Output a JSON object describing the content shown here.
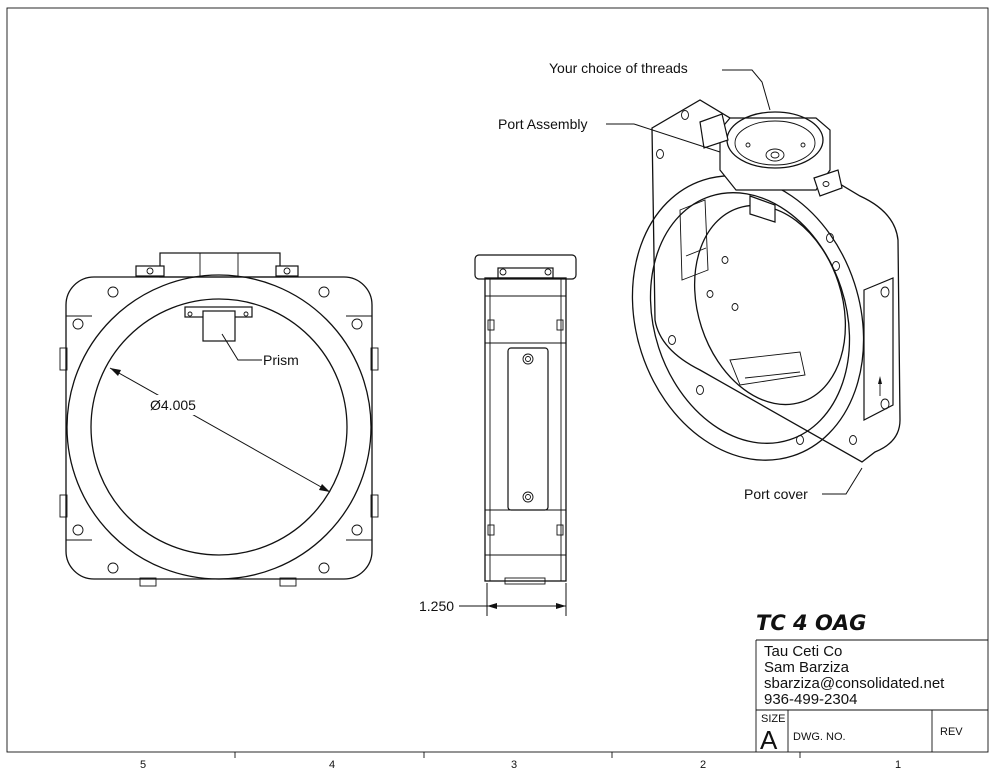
{
  "drawing": {
    "title": "TC 4 OAG",
    "company": "Tau Ceti Co",
    "author": "Sam Barziza",
    "email": "sbarziza@consolidated.net",
    "phone": "936-499-2304",
    "size_label": "SIZE",
    "size_value": "A",
    "dwg_no_label": "DWG.  NO.",
    "rev_label": "REV"
  },
  "callouts": {
    "threads": "Your choice of threads",
    "port_assembly": "Port Assembly",
    "prism": "Prism",
    "port_cover": "Port cover"
  },
  "dimensions": {
    "diameter": "Ø4.005",
    "thickness": "1.250"
  },
  "zones": [
    "5",
    "4",
    "3",
    "2",
    "1"
  ]
}
